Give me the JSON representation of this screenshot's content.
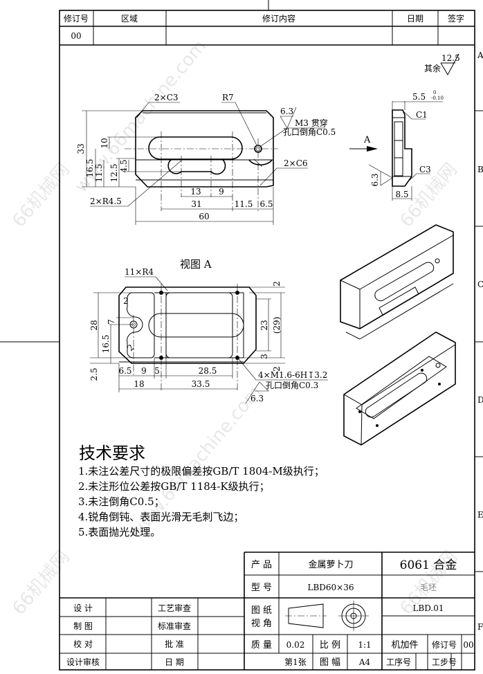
{
  "revision_table": {
    "headers": [
      "修订号",
      "区域",
      "修订内容",
      "日期",
      "签字"
    ],
    "row": [
      "00",
      "",
      "",
      "",
      ""
    ]
  },
  "zones": [
    "A",
    "B",
    "C",
    "D",
    "E",
    "F"
  ],
  "surface_finish": {
    "default_value": "12.5",
    "label": "其余"
  },
  "front_view": {
    "chamfer_top": "2×C3",
    "radius": "R7",
    "roughness": "6.3",
    "thread": "M3  贯穿",
    "thread_chamfer": "孔口倒角C0.5",
    "chamfer_bottom": "2×C6",
    "slot_radius": "2×R4.5",
    "dims_h": [
      "13",
      "9",
      "31",
      "11.5",
      "6.5",
      "60"
    ],
    "dims_v": [
      "33",
      "16.5",
      "11.5",
      "10",
      "12.5",
      "4.5"
    ]
  },
  "side_view": {
    "view_arrow": "A",
    "thickness": "5.5",
    "tol_upper": "0",
    "tol_lower": "-0.10",
    "chamfer1": "C1",
    "chamfer3": "C3",
    "roughness": "6.3",
    "width": "8.5"
  },
  "view_a": {
    "title": "视图 A",
    "corner_radius": "11×R4",
    "dims_v": [
      "28",
      "16.5",
      "7",
      "2.5",
      "2",
      "2",
      "23",
      "(29)",
      "2",
      "3",
      "2"
    ],
    "dims_h": [
      "6.5",
      "9",
      "5",
      "28.5",
      "18",
      "33.5"
    ],
    "thread": "4×M1.6-6H↧3.2",
    "thread_chamfer": "孔口倒角C0.3",
    "roughness": "6.3"
  },
  "tech_requirements": {
    "title": "技术要求",
    "items": [
      "1.未注公差尺寸的极限偏差按GB/T 1804-M级执行；",
      "2.未注形位公差按GB/T 1184-K级执行；",
      "3.未注倒角C0.5；",
      "4.锐角倒钝、表面光滑无毛刺飞边；",
      "5.表面抛光处理。"
    ]
  },
  "title_block": {
    "product_label": "产 品",
    "product_value": "金属萝卜刀",
    "material": "6061 合金",
    "model_label": "型 号",
    "model_value": "LBD60×36",
    "blank": "毛坯",
    "projection_label_1": "图 纸",
    "projection_label_2": "视 角",
    "drawing_no": "LBD.01",
    "mass_label": "质 量",
    "mass_value": "0.02",
    "scale_label": "比 例",
    "scale_value": "1:1",
    "part_type": "机加件",
    "rev_label": "修订号",
    "rev_value": "00",
    "sheet": "第1张",
    "format_label": "图 幅",
    "format_value": "A4",
    "process_no": "工序号",
    "step_no": "工步号",
    "signatures": [
      [
        "设 计",
        "工艺审查"
      ],
      [
        "制 图",
        "标准审查"
      ],
      [
        "校 对",
        "批 准"
      ],
      [
        "设计审核",
        "日 期"
      ]
    ]
  },
  "watermark": [
    "www.66machine.com",
    "66机械网"
  ]
}
